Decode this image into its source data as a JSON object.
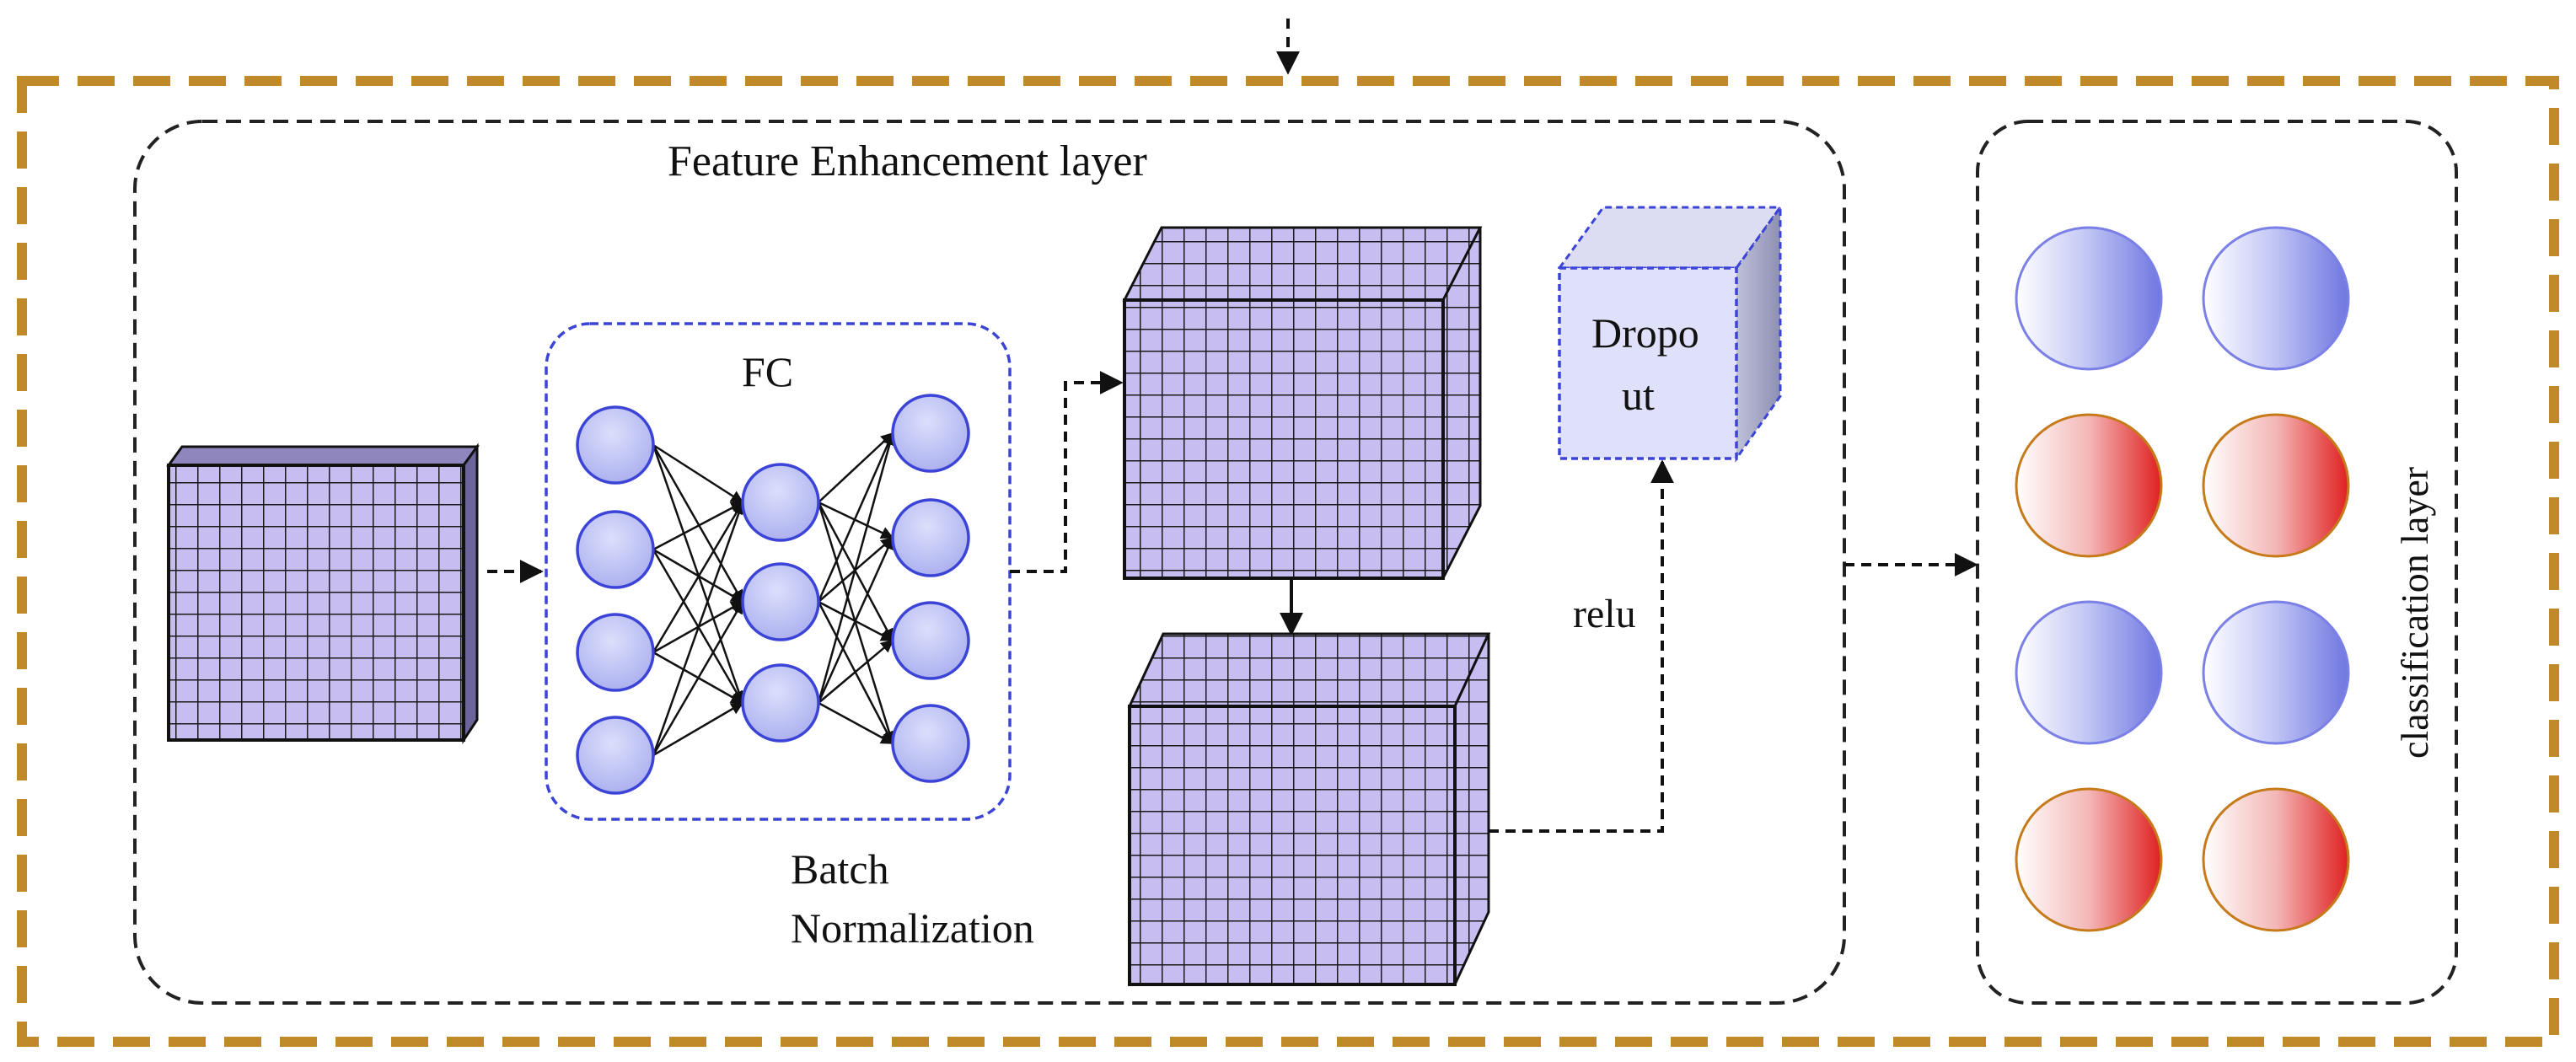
{
  "labels": {
    "feature_enhancement": "Feature Enhancement layer",
    "fc": "FC",
    "batch_norm_line1": "Batch",
    "batch_norm_line2": "Normalization",
    "relu": "relu",
    "dropout_line1": "Dropo",
    "dropout_line2": "ut",
    "classification": "classification layer"
  },
  "colors": {
    "outer_border": "#c08a2a",
    "grid_fill": "#c8bdf0",
    "grid_line": "#1a1a1a",
    "neuron_fill": "#bcc0f2",
    "neuron_stroke": "#3b44d6",
    "fc_border": "#3b44d6",
    "dropout_border": "#3b44d6",
    "blue_node": "#8f95e8",
    "red_node": "#e23a3a",
    "red_node_stroke": "#c77a1a"
  },
  "fc_network": {
    "layers": [
      4,
      3,
      4
    ]
  },
  "classification_nodes": [
    "blue",
    "blue",
    "red",
    "red",
    "blue",
    "blue",
    "red",
    "red"
  ]
}
